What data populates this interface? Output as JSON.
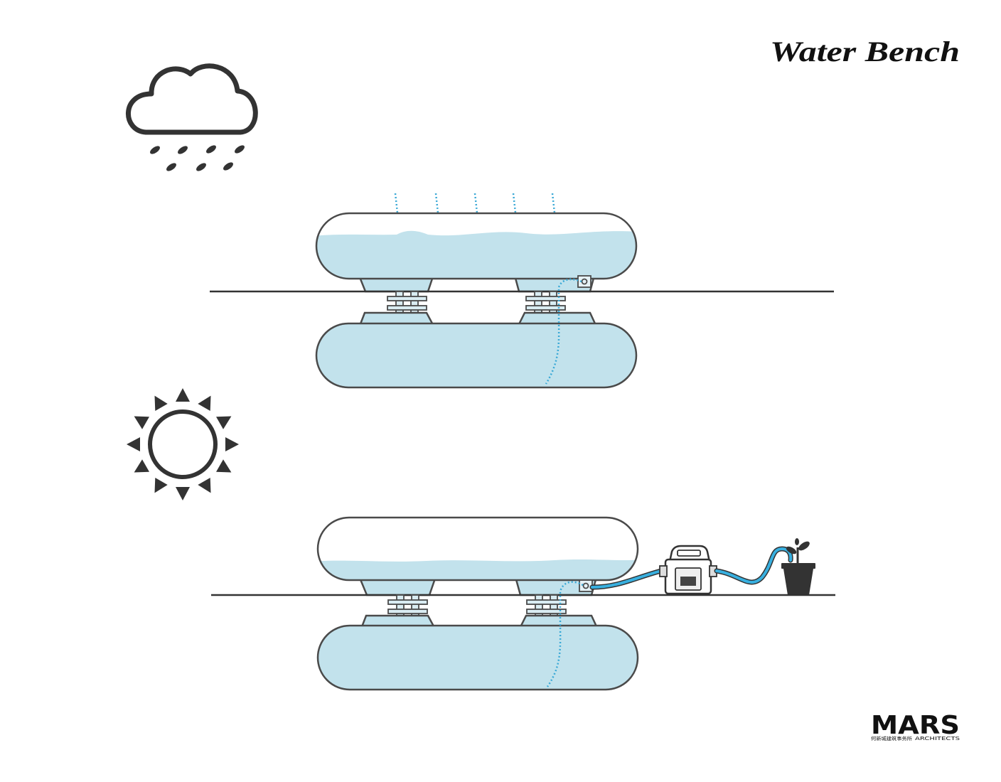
{
  "title": "Water Bench",
  "logo": {
    "wordmark": "MARS",
    "subtitle_cn": "何新城建筑事务所",
    "subtitle_en": "ARCHITECTS"
  },
  "colors": {
    "water": "#c2e2ec",
    "outline": "#4a4a4a",
    "flow": "#3aa9d6",
    "hose": "#38b0e0",
    "icon": "#333333"
  },
  "icons": {
    "rain_scene": "cloud-rain-icon",
    "sun_scene": "sun-icon",
    "pump": "water-pump-icon",
    "plant": "potted-plant-icon"
  }
}
